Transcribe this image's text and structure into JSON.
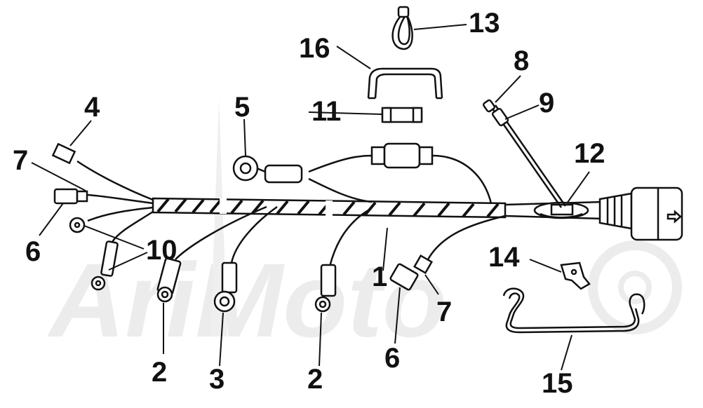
{
  "watermark": "AriMoto",
  "callouts": {
    "c1": "1",
    "c2a": "2",
    "c2b": "2",
    "c3": "3",
    "c4": "4",
    "c5": "5",
    "c6a": "6",
    "c6b": "6",
    "c7a": "7",
    "c7b": "7",
    "c8": "8",
    "c9": "9",
    "c10": "10",
    "c11": "11",
    "c12": "12",
    "c13": "13",
    "c14": "14",
    "c15": "15",
    "c16": "16"
  },
  "colors": {
    "ink": "#111111",
    "background": "#ffffff",
    "watermark": "#ececec"
  }
}
